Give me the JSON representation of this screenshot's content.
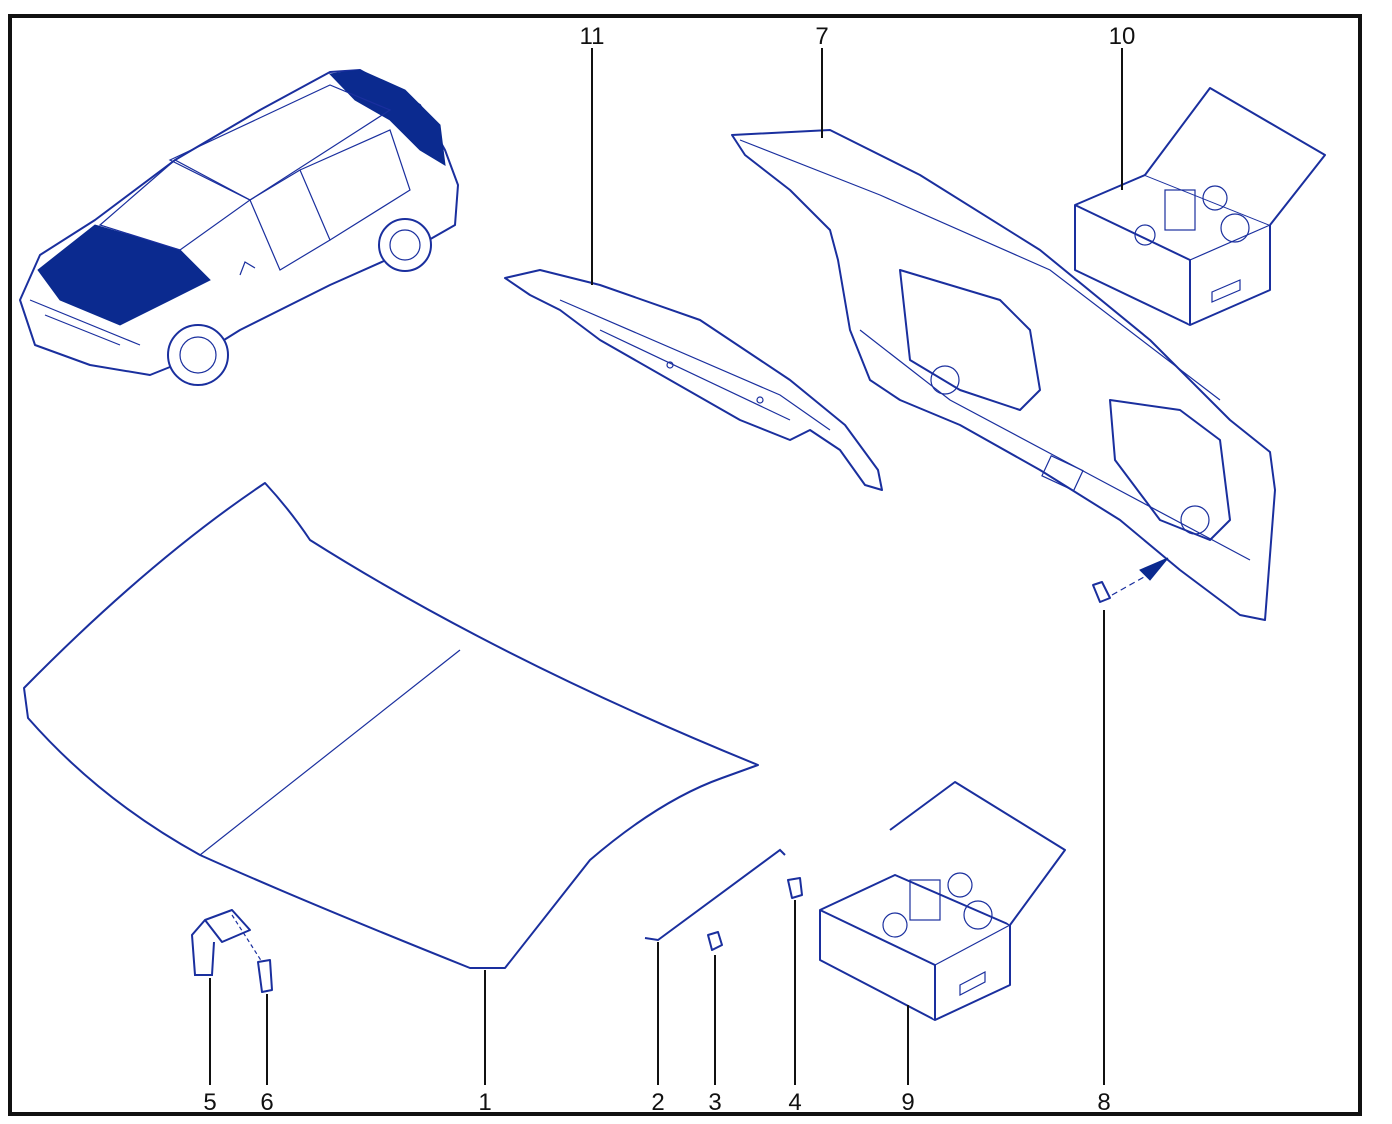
{
  "diagram": {
    "border_color": "#111111",
    "part_color": "#1a2f9e",
    "highlight_color": "#0b2a8f",
    "callouts": {
      "c1": "1",
      "c2": "2",
      "c3": "3",
      "c4": "4",
      "c5": "5",
      "c6": "6",
      "c7": "7",
      "c8": "8",
      "c9": "9",
      "c10": "10",
      "c11": "11"
    }
  }
}
